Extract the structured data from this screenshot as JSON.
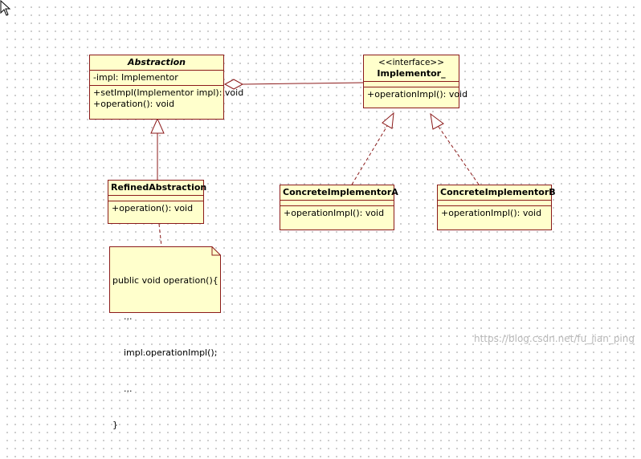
{
  "abstraction": {
    "name": "Abstraction",
    "attributes": [
      "-impl: Implementor"
    ],
    "operations": [
      "+setImpl(Implementor impl): void",
      "+operation(): void"
    ]
  },
  "implementor": {
    "stereotype": "<<interface>>",
    "name": "Implementor_",
    "operations": [
      "+operationImpl(): void"
    ]
  },
  "refined": {
    "name": "RefinedAbstraction",
    "operations": [
      "+operation(): void"
    ]
  },
  "concrete_a": {
    "name": "ConcreteImplementorA",
    "operations": [
      "+operationImpl(): void"
    ]
  },
  "concrete_b": {
    "name": "ConcreteImplementorB",
    "operations": [
      "+operationImpl(): void"
    ]
  },
  "note": {
    "lines": [
      "public void operation(){",
      "    ...",
      "    impl.operationImpl();",
      "    ...",
      "}"
    ]
  },
  "watermark": "https://blog.csdn.net/fu_jian_ping",
  "colors": {
    "border": "#8b1a1a",
    "fill": "#ffffcc"
  }
}
